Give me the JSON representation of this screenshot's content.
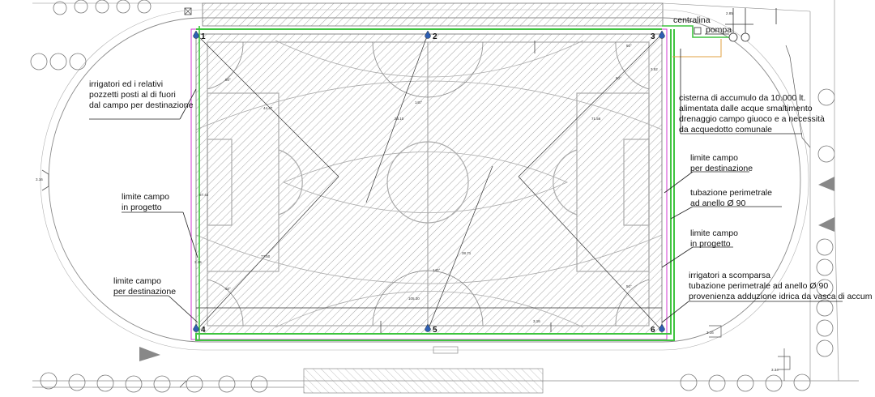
{
  "labels": {
    "centralina": "centralina",
    "pompa": "pompa",
    "irrigatori_fuori": [
      "irrigatori ed i relativi",
      "pozzetti posti al di fuori",
      "dal campo per destinazione"
    ],
    "cisterna": [
      "cisterna di accumulo da 10.000 lt.",
      "alimentata dalle acque smaltimento",
      "drenaggio campo giuoco e a necessità",
      "da acquedotto comunale"
    ],
    "limite_destinazione_right": [
      "limite campo",
      "per destinazione"
    ],
    "tubazione": [
      "tubazione perimetrale",
      "ad anello Ø 90"
    ],
    "limite_progetto_left": [
      "limite campo",
      "in progetto"
    ],
    "limite_progetto_right": [
      "limite campo",
      "in progetto"
    ],
    "limite_destinazione_left": [
      "limite campo",
      "per destinazione"
    ],
    "irrigatori_scomparsa": [
      "irrigatori a scomparsa",
      "tubazione perimetrale ad anello Ø 90",
      "provenienza adduzione idrica da vasca di accum"
    ]
  },
  "sprinklers": [
    "1",
    "2",
    "3",
    "4",
    "5",
    "6"
  ],
  "dimensions": {
    "d1": "50°",
    "d2": "44.47",
    "d3": "50°",
    "d4": "28.10",
    "d5": "140°",
    "d6": "50°",
    "d7": "3.52",
    "d8": "87.42",
    "d9": "3.15",
    "d10": "77.50",
    "d11": "71.56",
    "d12": "140°",
    "d13": "38.71",
    "d14": "50°",
    "d15": "50°",
    "d16": "105.30",
    "d17": "3.16",
    "d18": "2.85",
    "d19": "3.16",
    "d20": "3.16",
    "d21": "3.34"
  },
  "colors": {
    "green_pipe": "#3fc43f",
    "magenta_line": "#d23ad2",
    "sprinkler": "#2f5fb3",
    "hatch": "#9a9a9a"
  }
}
